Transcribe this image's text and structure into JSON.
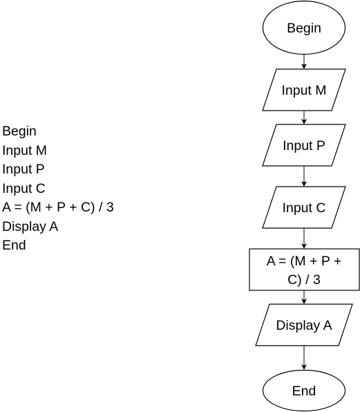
{
  "pseudocode": [
    "Begin",
    "Input M",
    "Input P",
    "Input C",
    "A = (M + P + C) / 3",
    "Display A",
    "End"
  ],
  "flowchart": {
    "begin": "Begin",
    "input_m": "Input M",
    "input_p": "Input P",
    "input_c": "Input C",
    "compute_line1": "A = (M + P +",
    "compute_line2": "C) / 3",
    "display": "Display A",
    "end": "End"
  }
}
